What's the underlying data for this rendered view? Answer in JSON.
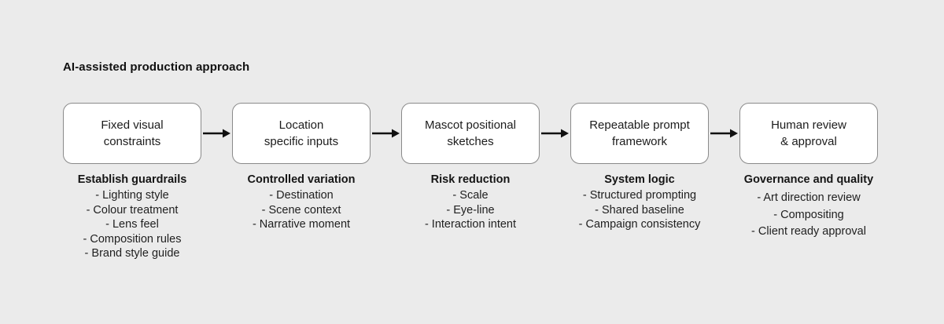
{
  "title": "AI-assisted production approach",
  "stages": [
    {
      "box_label": "Fixed visual\nconstraints",
      "group_title": "Establish guardrails",
      "items": [
        "- Lighting style",
        "- Colour treatment",
        "- Lens feel",
        "- Composition rules",
        "- Brand style guide"
      ]
    },
    {
      "box_label": "Location\nspecific inputs",
      "group_title": "Controlled variation",
      "items": [
        "- Destination",
        "- Scene context",
        "- Narrative moment"
      ]
    },
    {
      "box_label": "Mascot positional\nsketches",
      "group_title": "Risk reduction",
      "items": [
        "- Scale",
        "- Eye-line",
        "- Interaction intent"
      ]
    },
    {
      "box_label": "Repeatable prompt\nframework",
      "group_title": "System logic",
      "items": [
        "- Structured prompting",
        "- Shared baseline",
        "- Campaign consistency"
      ]
    },
    {
      "box_label": "Human review\n& approval",
      "group_title": "Governance and quality",
      "items": [
        "- Art direction review",
        "- Compositing",
        "- Client ready approval"
      ]
    }
  ],
  "colors": {
    "background": "#ebebeb",
    "box_fill": "#ffffff",
    "box_border": "#8a8a8a",
    "arrow": "#111111",
    "text": "#1b1b1b"
  }
}
